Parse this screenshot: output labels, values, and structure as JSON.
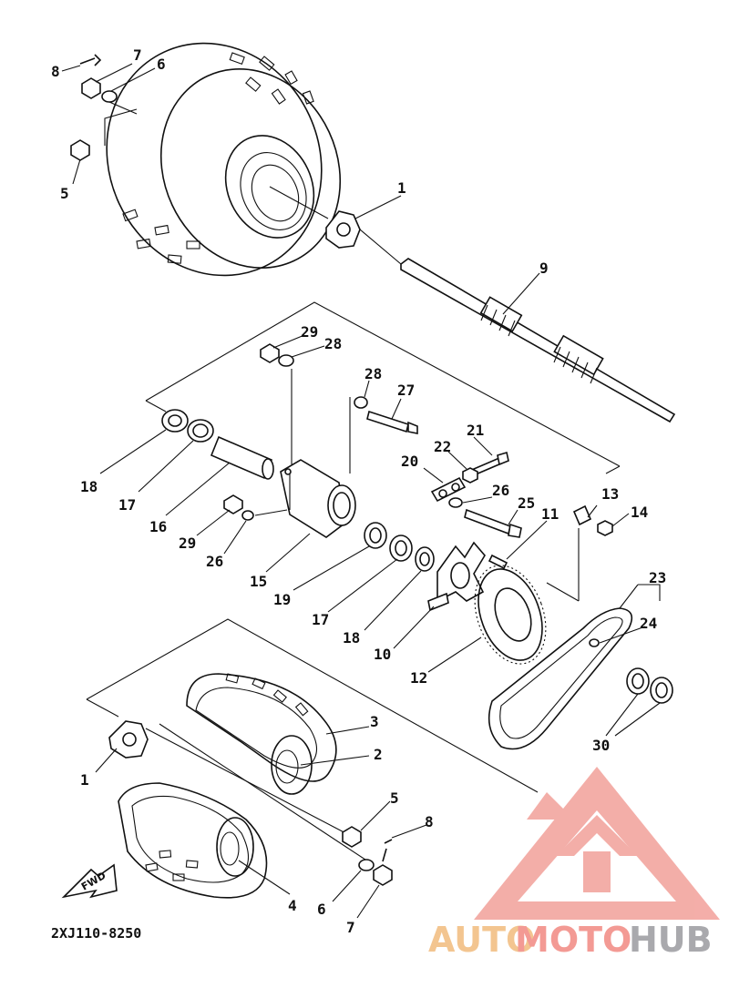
{
  "diagram": {
    "drawing_code": "2XJ110-8250",
    "fwd_label": "FWD",
    "callouts": {
      "c1a": "1",
      "c1b": "1",
      "c2": "2",
      "c3": "3",
      "c4": "4",
      "c5a": "5",
      "c5b": "5",
      "c6a": "6",
      "c6b": "6",
      "c7a": "7",
      "c7b": "7",
      "c8a": "8",
      "c8b": "8",
      "c9": "9",
      "c10": "10",
      "c11": "11",
      "c12": "12",
      "c13": "13",
      "c14": "14",
      "c15": "15",
      "c16": "16",
      "c17a": "17",
      "c17b": "17",
      "c18a": "18",
      "c18b": "18",
      "c19": "19",
      "c20": "20",
      "c21": "21",
      "c22": "22",
      "c23": "23",
      "c24": "24",
      "c25": "25",
      "c26a": "26",
      "c26b": "26",
      "c27": "27",
      "c28a": "28",
      "c28b": "28",
      "c29a": "29",
      "c29b": "29",
      "c30": "30"
    }
  },
  "watermark": {
    "part1": "AUTO",
    "part2": "MOTO",
    "part3": "HUB",
    "colors": {
      "auto": "#f3c590",
      "moto": "#f39a94",
      "hub": "#a9a9ad",
      "logo": "#f2a09a"
    }
  }
}
